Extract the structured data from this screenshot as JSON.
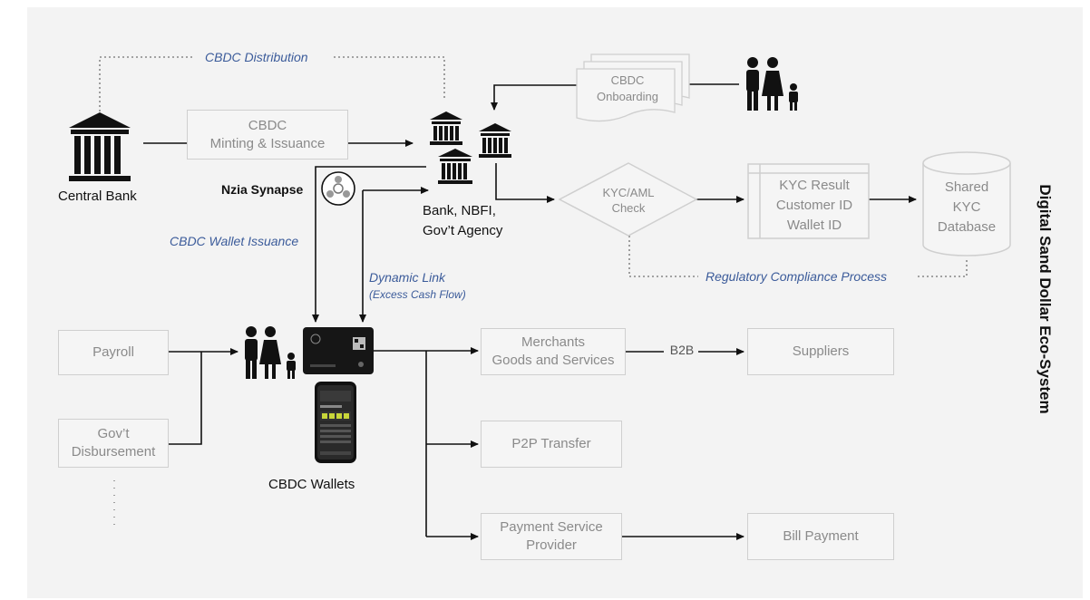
{
  "title": "Digital Sand Dollar Eco-System",
  "labels": {
    "cbdc_distribution": "CBDC Distribution",
    "central_bank": "Central Bank",
    "minting_line1": "CBDC",
    "minting_line2": "Minting & Issuance",
    "onboarding_line1": "CBDC",
    "onboarding_line2": "Onboarding",
    "nzia_synapse": "Nzia Synapse",
    "bank_line1": "Bank, NBFI,",
    "bank_line2": "Gov’t Agency",
    "kyc_check_line1": "KYC/AML",
    "kyc_check_line2": "Check",
    "kyc_result_line1": "KYC Result",
    "kyc_result_line2": "Customer ID",
    "kyc_result_line3": "Wallet ID",
    "db_line1": "Shared",
    "db_line2": "KYC",
    "db_line3": "Database",
    "regulatory": "Regulatory Compliance Process",
    "wallet_issuance": "CBDC Wallet Issuance",
    "dynamic_link": "Dynamic Link",
    "excess_cash": "(Excess Cash Flow)",
    "payroll": "Payroll",
    "govt_line1": "Gov’t",
    "govt_line2": "Disbursement",
    "cbdc_wallets": "CBDC Wallets",
    "merchants_line1": "Merchants",
    "merchants_line2": "Goods and Services",
    "b2b": "B2B",
    "suppliers": "Suppliers",
    "p2p": "P2P Transfer",
    "psp_line1": "Payment Service",
    "psp_line2": "Provider",
    "bill_payment": "Bill Payment"
  },
  "icons": {
    "bank": "bank-building-icon",
    "family": "family-icon",
    "synapse": "synapse-logo-icon",
    "card": "payment-card-icon",
    "phone": "mobile-wallet-icon",
    "database": "database-icon"
  },
  "colors": {
    "accent_blue": "#3b5b9a",
    "box_text": "#8a8a8a",
    "line": "#111111"
  }
}
